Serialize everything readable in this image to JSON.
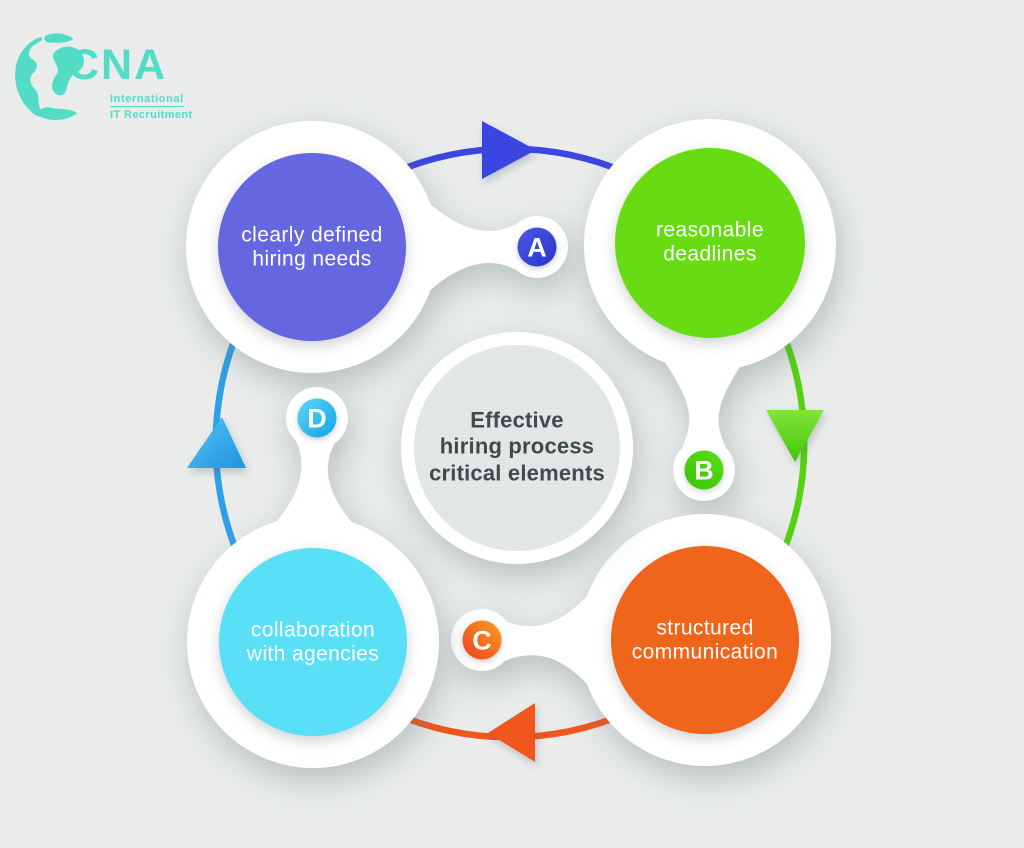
{
  "logo": {
    "brand": "CNA",
    "tagline_line1": "International",
    "tagline_line2": "IT Recruitment",
    "color": "#52DCC6"
  },
  "center": {
    "title": "Effective\nhiring process\ncritical elements",
    "title_color": "#3E4A4D"
  },
  "steps": [
    {
      "badge": "A",
      "label": "clearly defined\nhiring needs",
      "circle_color": "#6467DF",
      "badge_color": "#3847D6",
      "arc_color": "#3A46DF"
    },
    {
      "badge": "B",
      "label": "reasonable\ndeadlines",
      "circle_color": "#67DC12",
      "badge_color": "#48D40E",
      "arc_color": "#55D310"
    },
    {
      "badge": "C",
      "label": "structured\ncommunication",
      "circle_color": "#F0651C",
      "badge_color": "#F05A20",
      "arc_color": "#F1561C"
    },
    {
      "badge": "D",
      "label": "collaboration\nwith agencies",
      "circle_color": "#59DFF6",
      "badge_color": "#2FB9EE",
      "arc_color": "#2F9FE8"
    }
  ],
  "background_color": "#E9ECEB"
}
